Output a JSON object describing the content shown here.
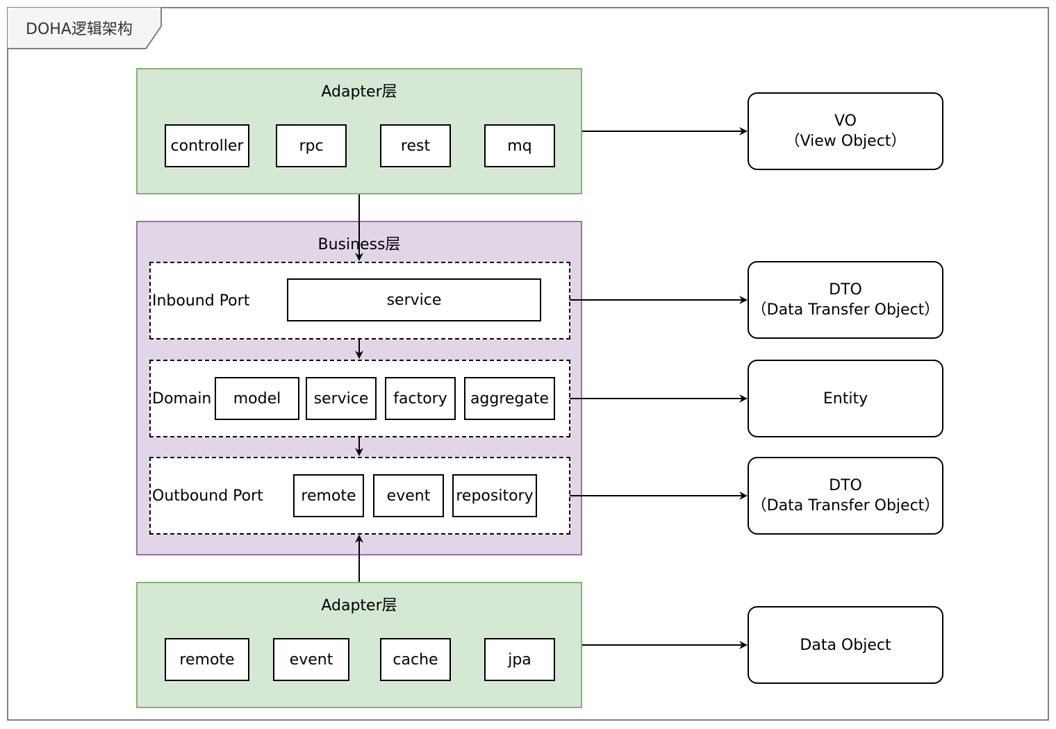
{
  "frame": {
    "title": "DOHA逻辑架构"
  },
  "adapter_top": {
    "title": "Adapter层",
    "items": [
      "controller",
      "rpc",
      "rest",
      "mq"
    ]
  },
  "business": {
    "title": "Business层",
    "inbound": {
      "label": "Inbound Port",
      "items": [
        "service"
      ]
    },
    "domain": {
      "label": "Domain",
      "items": [
        "model",
        "service",
        "factory",
        "aggregate"
      ]
    },
    "outbound": {
      "label": "Outbound Port",
      "items": [
        "remote",
        "event",
        "repository"
      ]
    }
  },
  "adapter_bottom": {
    "title": "Adapter层",
    "items": [
      "remote",
      "event",
      "cache",
      "jpa"
    ]
  },
  "objects": {
    "vo": {
      "line1": "VO",
      "line2": "（View Object）"
    },
    "dto_in": {
      "line1": "DTO",
      "line2": "（Data Transfer Object）"
    },
    "entity": {
      "line1": "Entity"
    },
    "dto_out": {
      "line1": "DTO",
      "line2": "（Data Transfer Object）"
    },
    "data_object": {
      "line1": "Data Object"
    }
  },
  "colors": {
    "adapter_fill": "#d5e8d4",
    "adapter_stroke": "#82b366",
    "business_fill": "#e1d5e7",
    "business_stroke": "#9673a6",
    "frame_stroke": "#808080"
  }
}
